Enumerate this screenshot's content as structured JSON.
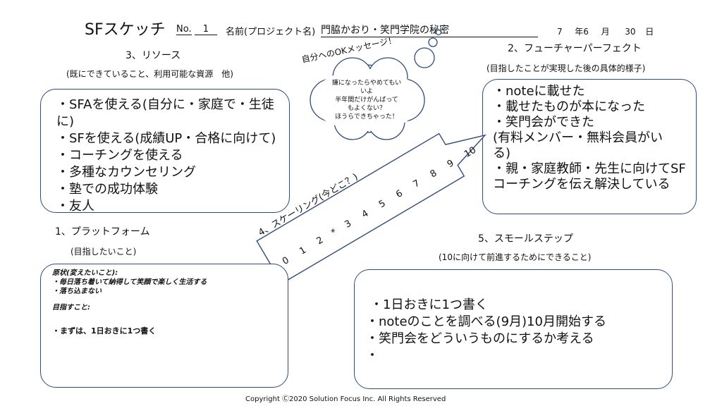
{
  "header": {
    "title": "SFスケッチ",
    "no_label": "No.",
    "no_value": "1",
    "name_label": "名前(プロジェクト名)",
    "name_value": "門脇かおり・笑門学院の秘密",
    "year": "7",
    "year_unit": "年6",
    "month_unit": "月",
    "day": "30",
    "day_unit": "日"
  },
  "resources": {
    "heading": "3、リソース",
    "subheading": "(既にできていること、利用可能な資源　他)",
    "items": [
      "・SFAを使える(自分に・家庭で・生徒に)",
      "・SFを使える(成績UP・合格に向けて)",
      "・コーチングを使える",
      "・多種なカウンセリング",
      "・塾での成功体験",
      "・友人"
    ]
  },
  "future": {
    "heading": "2、フューチャーパーフェクト",
    "subheading": "(目指したことが実現した後の具体的様子)",
    "items": [
      "・noteに載せた",
      "・載せたものが本になった",
      "・笑門会ができた",
      "(有料メンバー・無料会員がい",
      "る)",
      "・親・家庭教師・先生に向けてSF",
      "コーチングを伝え解決している"
    ]
  },
  "message": {
    "label": "自分へのOKメッセージ！",
    "lines": [
      "嫌になったらやめてもい",
      "いよ",
      "半年間だけがんばって",
      "もよくない？",
      "ほうらできちゃった！"
    ]
  },
  "scaling": {
    "label": "4、スケーリング(今どこ？)",
    "numbers": [
      "0",
      "1",
      "2",
      "*",
      "3",
      "4",
      "5",
      "6",
      "7",
      "8",
      "9",
      "10"
    ]
  },
  "platform": {
    "heading": "1、プラットフォーム",
    "subheading": "(目指したいこと)",
    "lines": [
      "原状(変えたいこと):",
      "・毎日落ち着いて納得して笑顔で楽しく生活する",
      "・落ち込まない",
      "",
      "目指すこと:",
      "",
      "・まずは、1日おきに1つ書く"
    ]
  },
  "small_steps": {
    "heading": "5、スモールステップ",
    "subheading": "(10に向けて前進するためにできること)",
    "items": [
      "・1日おきに1つ書く",
      "・noteのことを調べる(9月)10月開始する",
      "・笑門会をどういうものにするか考える",
      "・"
    ]
  },
  "footer": {
    "copyright": "Copyright Ⓒ2020 Solution Focus Inc. All Rights Reserved"
  }
}
